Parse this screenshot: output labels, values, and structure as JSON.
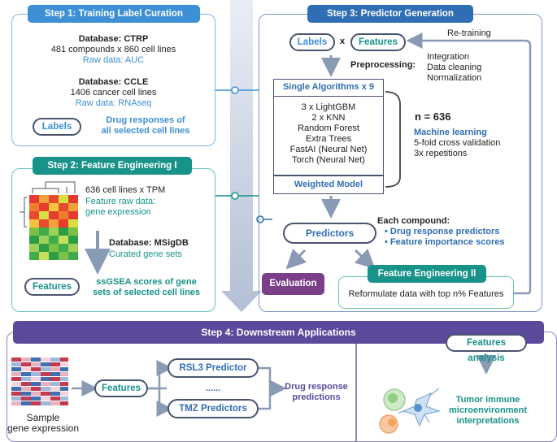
{
  "colors": {
    "blue": "#3d8fd6",
    "teal": "#17938a",
    "purple": "#5b4a9c",
    "evaluation": "#7b3f8a",
    "gray_arrow": "#8a9ab5"
  },
  "step1": {
    "header": "Step 1: Training Label Curation",
    "db1_title": "Database: CTRP",
    "db1_line": "481 compounds x 860 cell lines",
    "db1_raw": "Raw data: AUC",
    "db2_title": "Database: CCLE",
    "db2_line": "1406 cancer cell lines",
    "db2_raw": "Raw data: RNAseq",
    "labels_pill": "Labels",
    "labels_desc1": "Drug responses of",
    "labels_desc2": "all selected cell lines"
  },
  "step2": {
    "header": "Step 2: Feature Engineering I",
    "line1": "636 cell lines x TPM",
    "line2": "Feature raw data:",
    "line3": "gene expression",
    "db_title": "Database: MSigDB",
    "db_sub": "Curated gene sets",
    "features_pill": "Features",
    "desc1": "ssGSEA scores of gene",
    "desc2": "sets of selected cell lines"
  },
  "step3": {
    "header": "Step 3: Predictor Generation",
    "labels_pill": "Labels",
    "times": "x",
    "features_pill": "Features",
    "retraining": "Re-training",
    "preprocessing": "Preprocessing:",
    "pre_items": [
      "Integration",
      "Data cleaning",
      "Normalization"
    ],
    "single_title": "Single Algorithms x 9",
    "algorithms": [
      "3 x LightGBM",
      "2 x KNN",
      "Random Forest",
      "Extra Trees",
      "FastAI (Neural Net)",
      "Torch (Neural Net)"
    ],
    "weighted": "Weighted Model",
    "n_label": "n = 636",
    "ml_title": "Machine learning",
    "ml_items": [
      "5-fold cross validation",
      "3x repetitions"
    ],
    "predictors_pill": "Predictors",
    "each_compound": "Each compound:",
    "bullets": [
      "Drug response predictors",
      "Feature importance scores"
    ],
    "evaluation": "Evaluation",
    "fe2_header": "Feature Engineering II",
    "fe2_desc": "Reformulate data with top n% Features"
  },
  "step4": {
    "header": "Step 4: Downstream Applications",
    "sample1": "Sample",
    "sample2": "gene expression",
    "features_pill": "Features",
    "rsl3": "RSL3 Predictor",
    "dots": "......",
    "tmz": "TMZ Predictors",
    "drug1": "Drug response",
    "drug2": "predictions",
    "fa_pill": "Features analysis",
    "tumor1": "Tumor immune",
    "tumor2": "microenvironment",
    "tumor3": "interpretations"
  }
}
